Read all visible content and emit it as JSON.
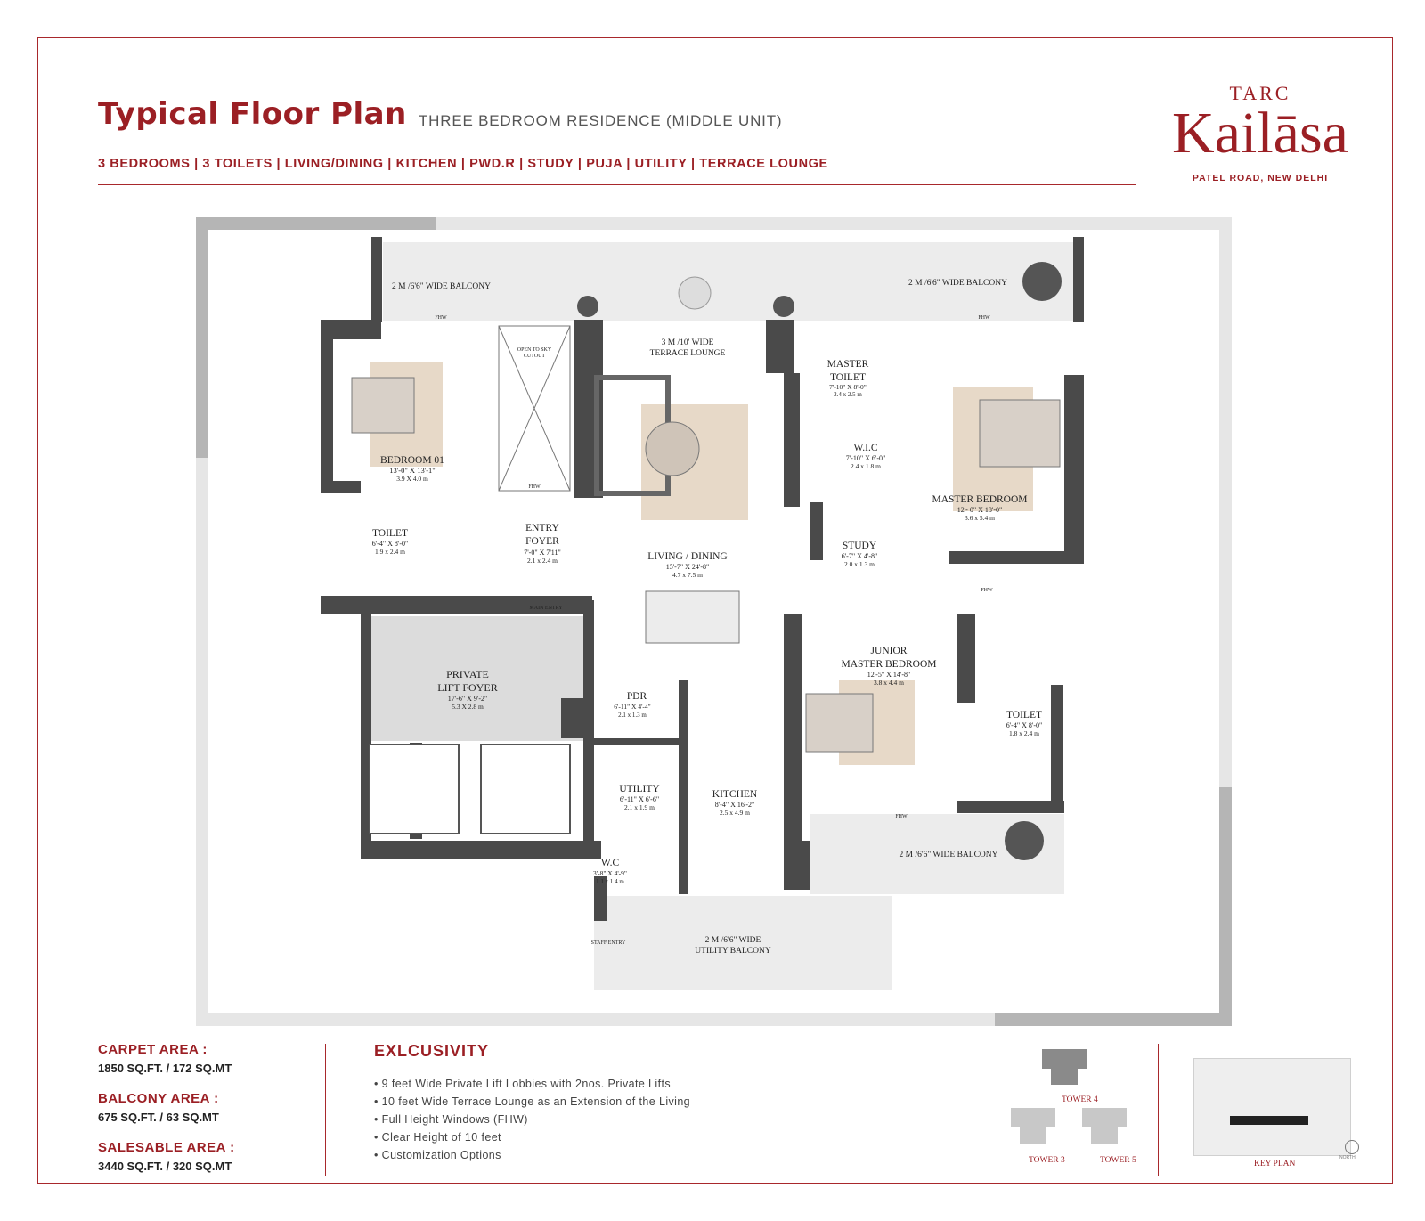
{
  "header": {
    "title": "Typical Floor Plan",
    "subtitle": "THREE BEDROOM RESIDENCE (MIDDLE UNIT)",
    "features": "3 BEDROOMS | 3 TOILETS | LIVING/DINING | KITCHEN | PWD.R | STUDY | PUJA | UTILITY | TERRACE LOUNGE"
  },
  "brand": {
    "top": "TARC",
    "name": "Kailāsa",
    "location": "PATEL ROAD, NEW DELHI"
  },
  "rooms": {
    "balcony_tl": "2 M /6'6\" WIDE BALCONY",
    "balcony_tr": "2 M /6'6\" WIDE BALCONY",
    "terrace_1": "3 M /10' WIDE",
    "terrace_2": "TERRACE LOUNGE",
    "open_sky_1": "OPEN TO SKY",
    "open_sky_2": "CUTOUT",
    "bed1_name": "BEDROOM 01",
    "bed1_dim": "13'-0\" X 13'-1\"",
    "bed1_m": "3.9 X 4.0 m",
    "toilet1_name": "TOILET",
    "toilet1_dim": "6'-4\" X 8'-0\"",
    "toilet1_m": "1.9 x 2.4 m",
    "foyer_name_1": "ENTRY",
    "foyer_name_2": "FOYER",
    "foyer_dim": "7'-0\" X 7'11\"",
    "foyer_m": "2.1 x 2.4 m",
    "main_entry": "MAIN ENTRY",
    "living_name": "LIVING / DINING",
    "living_dim": "15'-7\" X 24'-8\"",
    "living_m": "4.7 x 7.5 m",
    "mtoilet_name_1": "MASTER",
    "mtoilet_name_2": "TOILET",
    "mtoilet_dim": "7'-10\" X 8'-0\"",
    "mtoilet_m": "2.4 x 2.5 m",
    "wic_name": "W.I.C",
    "wic_dim": "7'-10\" X 6'-0\"",
    "wic_m": "2.4 x 1.8 m",
    "master_name": "MASTER BEDROOM",
    "master_dim": "12'- 0\" X 18'-0\"",
    "master_m": "3.6 x 5.4 m",
    "study_name": "STUDY",
    "study_dim": "6'-7\" X 4'-8\"",
    "study_m": "2.0 x 1.3 m",
    "lift_name_1": "PRIVATE",
    "lift_name_2": "LIFT FOYER",
    "lift_dim": "17'-6\" X 9'-2\"",
    "lift_m": "5.3 X 2.8 m",
    "pdr_name": "PDR",
    "pdr_dim": "6'-11\" X 4'-4\"",
    "pdr_m": "2.1 x 1.3 m",
    "utility_name": "UTILITY",
    "utility_dim": "6'-11\" X 6'-6\"",
    "utility_m": "2.1 x 1.9 m",
    "wc_name": "W.C",
    "wc_dim": "3'-8\" X 4'-9\"",
    "wc_m": "1.1 x 1.4 m",
    "kitchen_name": "KITCHEN",
    "kitchen_dim": "8'-4\" X 16'-2\"",
    "kitchen_m": "2.5 x 4.9 m",
    "junior_name_1": "JUNIOR",
    "junior_name_2": "MASTER BEDROOM",
    "junior_dim": "12'-5\" X 14'-8\"",
    "junior_m": "3.8 x 4.4 m",
    "toilet3_name": "TOILET",
    "toilet3_dim": "6'-4\" X 8'-0\"",
    "toilet3_m": "1.8 x 2.4 m",
    "balcony_br": "2 M /6'6\" WIDE BALCONY",
    "staff_entry": "STAFF ENTRY",
    "ubalcony_1": "2 M /6'6\" WIDE",
    "ubalcony_2": "UTILITY BALCONY",
    "fhw": "FHW"
  },
  "areas": [
    {
      "label": "CARPET AREA :",
      "value": "1850 SQ.FT. / 172 SQ.MT"
    },
    {
      "label": "BALCONY AREA :",
      "value": "675 SQ.FT. / 63 SQ.MT"
    },
    {
      "label": "SALESABLE AREA :",
      "value": "3440 SQ.FT. / 320 SQ.MT"
    }
  ],
  "exclusivity": {
    "title": "EXLCUSIVITY",
    "items": [
      "• 9 feet Wide Private Lift Lobbies with 2nos. Private Lifts",
      "• 10 feet Wide Terrace Lounge as an Extension of the Living",
      "• Full Height Windows (FHW)",
      "• Clear Height of 10 feet",
      "• Customization Options"
    ]
  },
  "key": {
    "tower4": "TOWER 4",
    "tower3": "TOWER 3",
    "tower5": "TOWER 5",
    "key_plan": "KEY PLAN",
    "north": "NORTH"
  },
  "colors": {
    "brand": "#9b1f24",
    "wall": "#4a4a4a",
    "rug": "#e7d9c8",
    "lift_foyer": "#dcdcdc"
  }
}
